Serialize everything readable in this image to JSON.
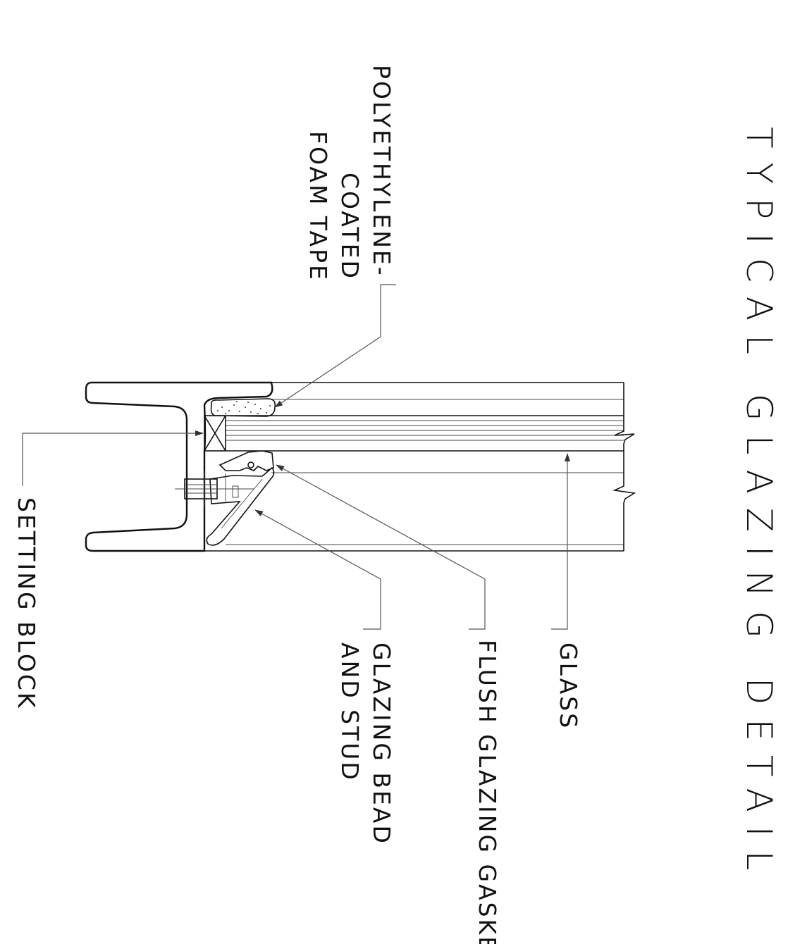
{
  "title": "TYPICAL GLAZING DETAIL",
  "labels": {
    "foam_tape": [
      "POLYETHYLENE-",
      "COATED",
      "FOAM TAPE"
    ],
    "setting_block": "SETTING BLOCK",
    "glass": "GLASS",
    "gasket": "FLUSH GLAZING GASKET",
    "bead": [
      "GLAZING BEAD",
      "AND STUD"
    ]
  },
  "colors": {
    "line": "#111111",
    "leader": "#555555",
    "background": "#ffffff"
  }
}
